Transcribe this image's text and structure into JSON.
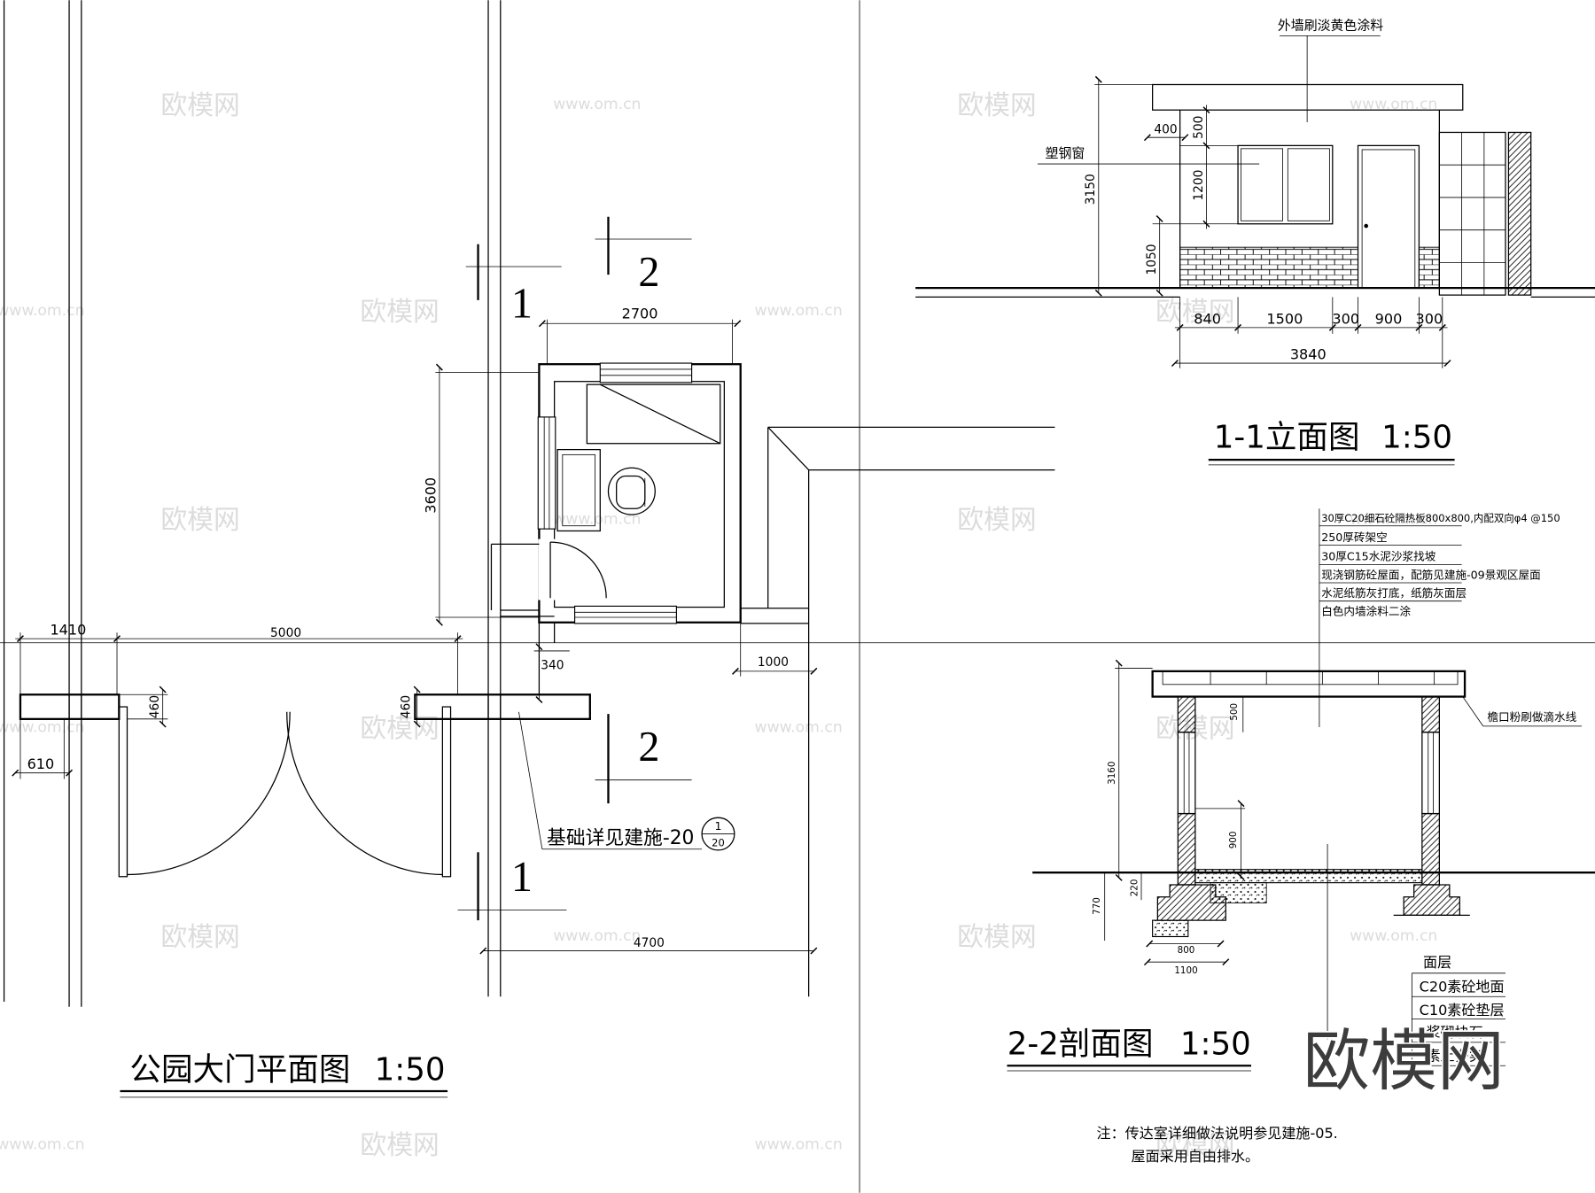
{
  "plan": {
    "title": "公园大门平面图",
    "scale": "1:50",
    "cuts": {
      "s1_top": "1",
      "s2_top": "2",
      "s2_bottom": "2",
      "s1_bottom": "1"
    },
    "dims": {
      "room_width": "2700",
      "room_depth": "3600",
      "left_pier": "1410",
      "gate_opening": "5000",
      "pier_thickness_left": "460",
      "pier_thickness_right": "460",
      "edge_offset": "610",
      "wall_gap": "340",
      "side_wall": "1000",
      "road_width": "4700"
    },
    "foundation_note": "基础详见建施-20",
    "detail_ref": {
      "index": "1",
      "sheet": "20"
    }
  },
  "elevation": {
    "title": "1-1立面图",
    "scale": "1:50",
    "wall_finish_note": "外墙刷淡黄色涂料",
    "window_note": "塑钢窗",
    "dims": {
      "overall_height": "3150",
      "roof_overhang": "400",
      "lintel": "500",
      "window_height": "1200",
      "sill_height": "1050",
      "seg_1": "840",
      "seg_2": "1500",
      "seg_3": "300",
      "seg_4": "900",
      "seg_5": "300",
      "overall_width": "3840"
    }
  },
  "section": {
    "title": "2-2剖面图",
    "scale": "1:50",
    "roof_layers": [
      "30厚C20细石砼隔热板800x800,内配双向φ4 @150",
      "250厚砖架空",
      "30厚C15水泥沙浆找坡",
      "现浇钢筋砼屋面，配筋见建施-09景观区屋面",
      "水泥纸筋灰打底，纸筋灰面层",
      "白色内墙涂料二涂"
    ],
    "eave_note": "檐口粉刷做滴水线",
    "floor_layers": [
      "面层",
      "C20素砼地面",
      "C10素砼垫层",
      "浆砌块石",
      "素土夯实"
    ],
    "dims": {
      "parapet": "500",
      "height": "3160",
      "window_sill": "900",
      "plinth": "220",
      "footing_depth": "770",
      "footing_width": "800",
      "footing_base": "1100"
    }
  },
  "notes": [
    "注：传达室详细做法说明参见建施-05.",
    "屋面采用自由排水。"
  ],
  "watermark": {
    "brand": "欧模网",
    "url": "www.om.cn"
  }
}
